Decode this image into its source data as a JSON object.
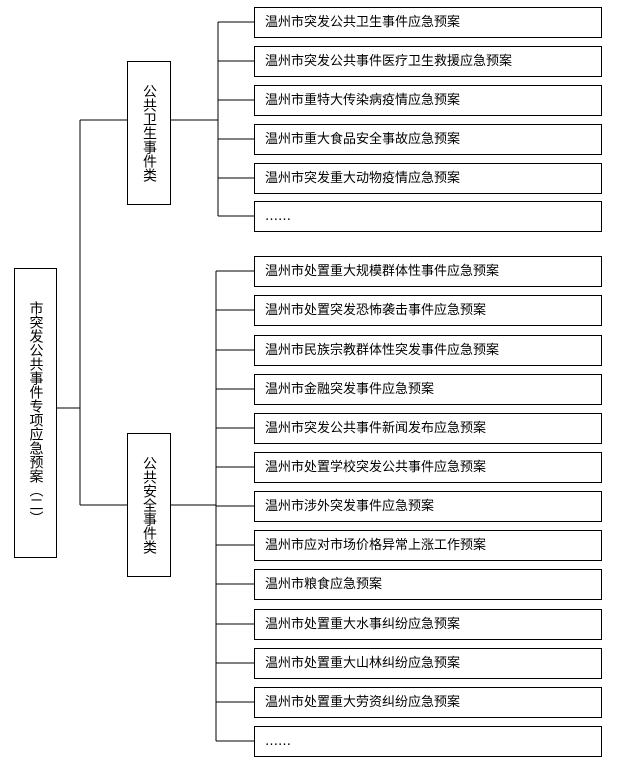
{
  "root": {
    "label": "市突发公共事件专项应急预案（二）"
  },
  "groups": [
    {
      "label": "公共卫生事件类",
      "items": [
        "温州市突发公共卫生事件应急预案",
        "温州市突发公共事件医疗卫生救援应急预案",
        "温州市重特大传染病疫情应急预案",
        "温州市重大食品安全事故应急预案",
        "温州市突发重大动物疫情应急预案",
        "……"
      ]
    },
    {
      "label": "公共安全事件类",
      "items": [
        "温州市处置重大规模群体性事件应急预案",
        "温州市处置突发恐怖袭击事件应急预案",
        "温州市民族宗教群体性突发事件应急预案",
        "温州市金融突发事件应急预案",
        "温州市突发公共事件新闻发布应急预案",
        "温州市处置学校突发公共事件应急预案",
        "温州市涉外突发事件应急预案",
        "温州市应对市场价格异常上涨工作预案",
        "温州市粮食应急预案",
        "温州市处置重大水事纠纷应急预案",
        "温州市处置重大山林纠纷应急预案",
        "温州市处置重大劳资纠纷应急预案",
        "……"
      ]
    }
  ]
}
